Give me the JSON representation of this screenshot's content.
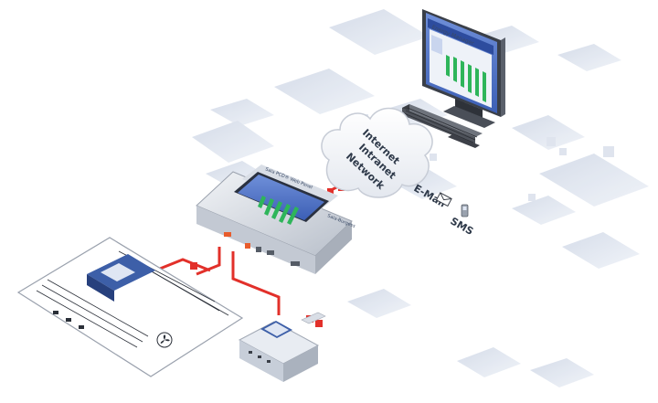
{
  "network_cloud": {
    "lines": [
      "Internet",
      "Intranet",
      "Network"
    ]
  },
  "notifications": {
    "email_label": "E-Mail",
    "sms_label": "SMS"
  },
  "monitor_screen": {
    "title": "Energy Manager"
  },
  "panel_device": {
    "header": "Saia PCD® Web Panel",
    "brand": "Saia-Burgess"
  },
  "colors": {
    "connection_line": "#e2302a",
    "chart_bar": "#2eb55a",
    "screen_blue": "#4b6fc4",
    "tile": "#d3dae8"
  },
  "icons": [
    "monitor-icon",
    "keyboard-icon",
    "cloud-icon",
    "envelope-icon",
    "phone-icon",
    "web-panel-icon",
    "energy-meter-icon",
    "fan-icon"
  ]
}
